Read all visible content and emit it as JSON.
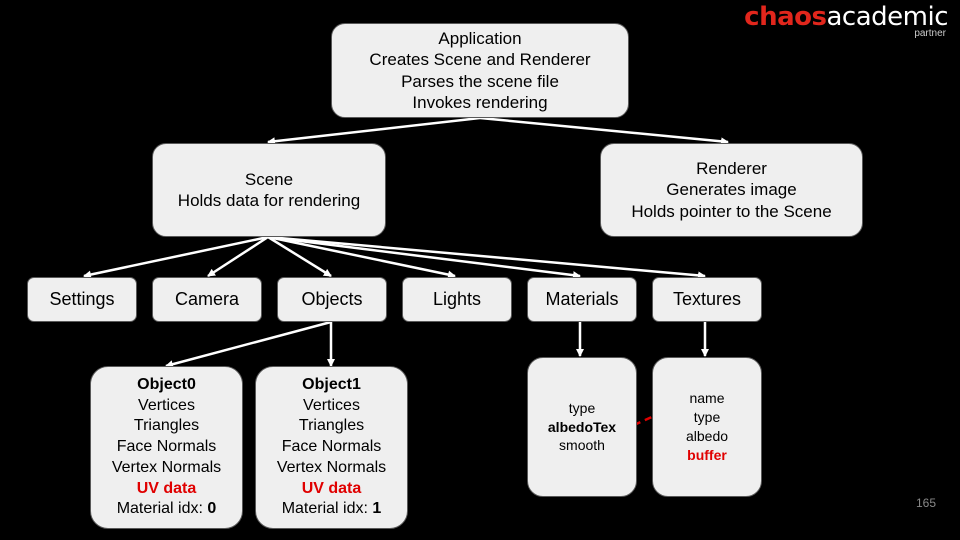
{
  "application": {
    "title": "Application",
    "lines": [
      "Creates Scene and Renderer",
      "Parses the scene file",
      "Invokes rendering"
    ]
  },
  "scene": {
    "title": "Scene",
    "line": "Holds data for rendering"
  },
  "renderer": {
    "title": "Renderer",
    "lines": [
      "Generates image",
      "Holds pointer to the Scene"
    ]
  },
  "components": [
    "Settings",
    "Camera",
    "Objects",
    "Lights",
    "Materials",
    "Textures"
  ],
  "object0": {
    "title": "Object0",
    "fields": [
      "Vertices",
      "Triangles",
      "Face Normals",
      "Vertex Normals"
    ],
    "uv": "UV data",
    "material_label": "Material idx: ",
    "material_idx": "0"
  },
  "object1": {
    "title": "Object1",
    "fields": [
      "Vertices",
      "Triangles",
      "Face Normals",
      "Vertex Normals"
    ],
    "uv": "UV data",
    "material_label": "Material idx: ",
    "material_idx": "1"
  },
  "material": {
    "type": "type",
    "albedo_tex": "albedoTex",
    "smooth": "smooth"
  },
  "texture": {
    "name": "name",
    "type": "type",
    "albedo": "albedo",
    "buffer": "buffer"
  },
  "logo": {
    "chaos": "chaos",
    "academic": "academic",
    "partner": "partner"
  },
  "page_number": "165",
  "colors": {
    "background": "#000000",
    "box": "#efefef",
    "highlight": "#e00000",
    "brand": "#e1261c"
  }
}
